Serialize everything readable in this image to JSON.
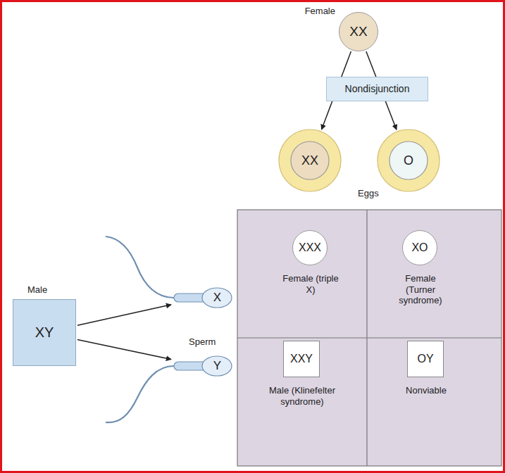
{
  "diagram": {
    "nodes": [
      {
        "text": [
          "Female",
          "XX"
        ]
      },
      {
        "text": [
          "Nondisjunction"
        ]
      },
      {
        "text": [
          "XX"
        ]
      },
      {
        "text": [
          "O"
        ]
      },
      {
        "text": [
          "Male",
          "XY"
        ]
      },
      {
        "text": [
          "X"
        ]
      },
      {
        "text": [
          "Y"
        ]
      },
      {
        "text": [
          "XXX",
          "Female (triple X)"
        ]
      },
      {
        "text": [
          "XO",
          "Female (Turner syndrome)"
        ]
      },
      {
        "text": [
          "XXY",
          "Male (Klinefelter syndrome)"
        ]
      },
      {
        "text": [
          "OY",
          "Nonviable"
        ]
      }
    ],
    "edges": [
      {
        "from": 0,
        "to": 2,
        "arrow": "to"
      },
      {
        "from": 0,
        "to": 3,
        "arrow": "to"
      },
      {
        "from": 4,
        "to": 5,
        "arrow": "to"
      },
      {
        "from": 4,
        "to": 6,
        "arrow": "to"
      }
    ],
    "labels": [
      "Eggs",
      "Sperm"
    ]
  }
}
